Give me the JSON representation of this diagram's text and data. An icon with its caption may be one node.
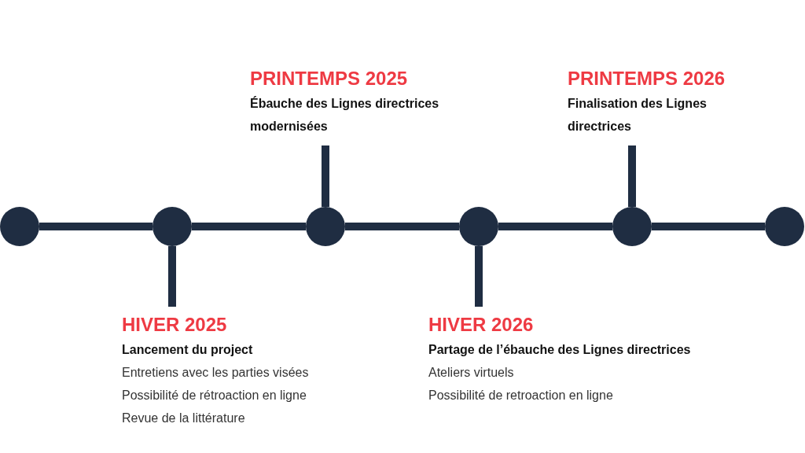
{
  "diagram": {
    "nodes": [
      {
        "text": [],
        "shape": "circle"
      },
      {
        "text": [],
        "shape": "circle"
      },
      {
        "text": [],
        "shape": "circle"
      },
      {
        "text": [],
        "shape": "circle"
      },
      {
        "text": [],
        "shape": "circle"
      },
      {
        "text": [],
        "shape": "circle"
      },
      {
        "text": [
          "HIVER 2025",
          "Lancement du project",
          "Entretiens avec les parties visées",
          "Possibilité de rétroaction en ligne",
          "Revue de la littérature"
        ]
      },
      {
        "text": [
          "PRINTEMPS 2025",
          "Ébauche des Lignes directrices modernisées"
        ]
      },
      {
        "text": [
          "HIVER 2026",
          "Partage de l’ébauche des Lignes directrices",
          "Ateliers virtuels",
          "Possibilité de retroaction en ligne"
        ]
      },
      {
        "text": [
          "PRINTEMPS 2026",
          "Finalisation des Lignes directrices"
        ]
      }
    ],
    "edges": [
      {
        "from": 0,
        "to": 1,
        "arrow": "none"
      },
      {
        "from": 1,
        "to": 2,
        "arrow": "none"
      },
      {
        "from": 2,
        "to": 3,
        "arrow": "none"
      },
      {
        "from": 3,
        "to": 4,
        "arrow": "none"
      },
      {
        "from": 4,
        "to": 5,
        "arrow": "none"
      },
      {
        "from": 1,
        "to": 6,
        "arrow": "none"
      },
      {
        "from": 2,
        "to": 7,
        "arrow": "none"
      },
      {
        "from": 3,
        "to": 8,
        "arrow": "none"
      },
      {
        "from": 4,
        "to": 9,
        "arrow": "none"
      }
    ]
  }
}
